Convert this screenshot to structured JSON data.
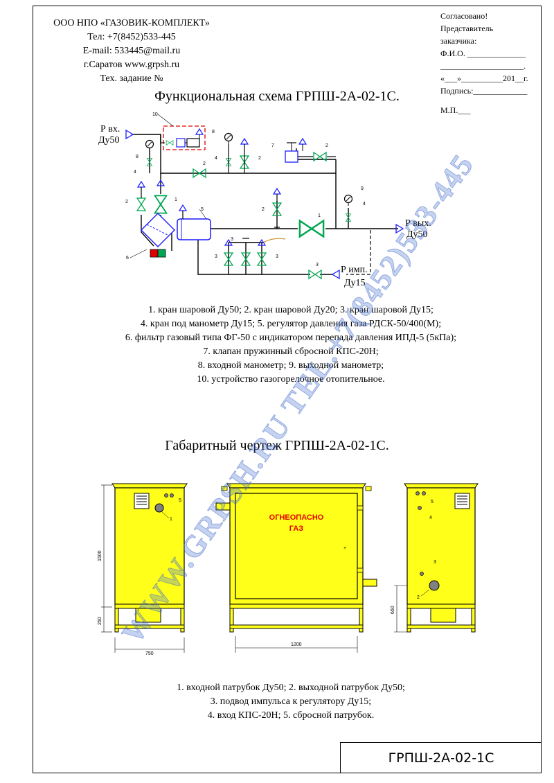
{
  "company": {
    "name": "ООО НПО «ГАЗОВИК-КОМПЛЕКТ»",
    "phone": "Тел: +7(8452)533-445",
    "email": "E-mail: 533445@mail.ru",
    "city_site": "г.Саратов  www.grpsh.ru",
    "task": "Тех. задание №"
  },
  "approval": {
    "line1": "Согласовано!",
    "line2": "Представитель",
    "line3": "заказчика:",
    "fio": "Ф.И.О. ______________",
    "blank": "____________________.",
    "date": "«___»__________201__г.",
    "sign": "Подпись:_____________",
    "mp": "М.П.___"
  },
  "scheme": {
    "title": "Функциональная схема ГРПШ-2А-02-1С.",
    "p_in": "Р вх.",
    "du_in": "Ду50",
    "p_out": "Р вых.",
    "du_out": "Ду50",
    "p_imp": "Р имп.",
    "du_imp": "Ду15",
    "n1": "1",
    "n2": "2",
    "n3": "3",
    "n4": "4",
    "n5": "5",
    "n6": "6",
    "n7": "7",
    "n8": "8",
    "n9": "9",
    "n10": "10"
  },
  "legend1": [
    "1. кран шаровой Ду50; 2. кран шаровой Ду20; 3. кран шаровой Ду15;",
    "4. кран под манометр Ду15; 5. регулятор давления газа РДСК-50/400(М);",
    "6. фильтр газовый типа ФГ-50 с индикатором перепада давления ИПД-5 (5кПа);",
    "7. клапан пружинный сбросной КПС-20Н;",
    "8. входной манометр; 9. выходной манометр;",
    "10. устройство газогорелочное отопительное."
  ],
  "drawing": {
    "title": "Габаритный чертеж ГРПШ-2А-02-1С.",
    "warning1": "ОГНЕОПАСНО",
    "warning2": "ГАЗ",
    "plus": "+",
    "dim_height": "1500",
    "dim_base": "250",
    "dim_width_side": "750",
    "dim_width_front": "1200",
    "dim_outlet": "650",
    "c1": "1",
    "c2": "2",
    "c3": "3",
    "c4": "4",
    "c5": "5"
  },
  "legend2": [
    "1. входной патрубок Ду50; 2. выходной патрубок Ду50;",
    "3. подвод импульса к регулятору Ду15;",
    "4. вход КПС-20Н;  5. сбросной патрубок."
  ],
  "stamp": "ГРПШ-2А-02-1С",
  "watermark": "WWW.GRPSH.RU TEL.+7(8452)533-445",
  "colors": {
    "cabinet": "#ffff1a",
    "valve": "#00a651",
    "regulator": "#1a1aff",
    "burner_box": "#e00000",
    "warning": "#e00000",
    "watermark": "#5078d2"
  }
}
